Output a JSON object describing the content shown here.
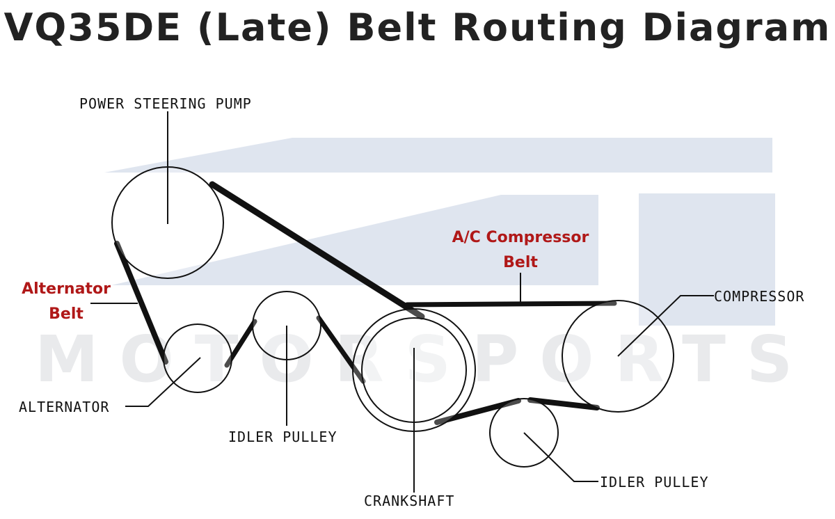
{
  "title": "VQ35DE (Late) Belt Routing Diagram",
  "watermark": {
    "text": "MOTORSPORTS"
  },
  "colors": {
    "belt_label": "#b01818",
    "watermark": "#dfe5ef",
    "line": "#111111"
  },
  "components": {
    "power_steering_pump": "POWER STEERING PUMP",
    "alternator": "ALTERNATOR",
    "idler_pulley_left": "IDLER PULLEY",
    "crankshaft": "CRANKSHAFT",
    "compressor": "COMPRESSOR",
    "idler_pulley_right": "IDLER PULLEY"
  },
  "belts": {
    "alternator_line1": "Alternator",
    "alternator_line2": "Belt",
    "ac_line1": "A/C Compressor",
    "ac_line2": "Belt"
  }
}
